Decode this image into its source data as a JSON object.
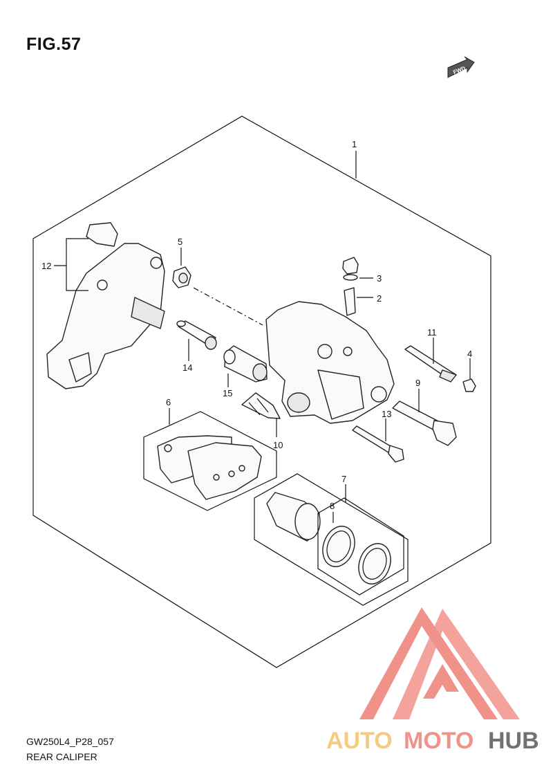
{
  "figure": {
    "title": "FIG.57",
    "code": "GW250L4_P28_057",
    "caption": "REAR CALIPER"
  },
  "fwd_badge": "FWD",
  "callouts": [
    "1",
    "2",
    "3",
    "4",
    "5",
    "6",
    "7",
    "8",
    "9",
    "10",
    "11",
    "12",
    "13",
    "14",
    "15"
  ],
  "watermark": {
    "part1": "AUTO",
    "part2": "MOTO",
    "part3": "HUB",
    "colors": {
      "auto": "#f5c97a",
      "moto": "#f08c84",
      "hub": "#6b6b6b",
      "logo": "#f08c84"
    }
  }
}
